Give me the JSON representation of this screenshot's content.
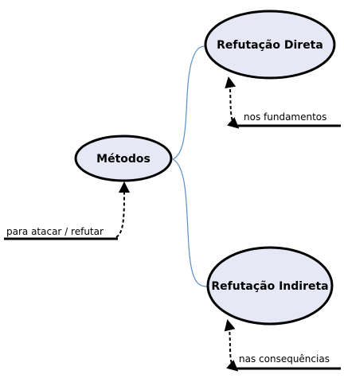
{
  "colors": {
    "node_fill": "#e6e8f5",
    "node_stroke": "#000000",
    "connector": "#5b8fc9",
    "note_arrow": "#000000",
    "background": "#ffffff"
  },
  "nodes": {
    "central": {
      "label": "Métodos"
    },
    "direct": {
      "label": "Refutação Direta"
    },
    "indirect": {
      "label": "Refutação Indireta"
    }
  },
  "notes": {
    "central": {
      "text": "para atacar / refutar"
    },
    "direct": {
      "text": "nos fundamentos"
    },
    "indirect": {
      "text": "nas consequências"
    }
  }
}
